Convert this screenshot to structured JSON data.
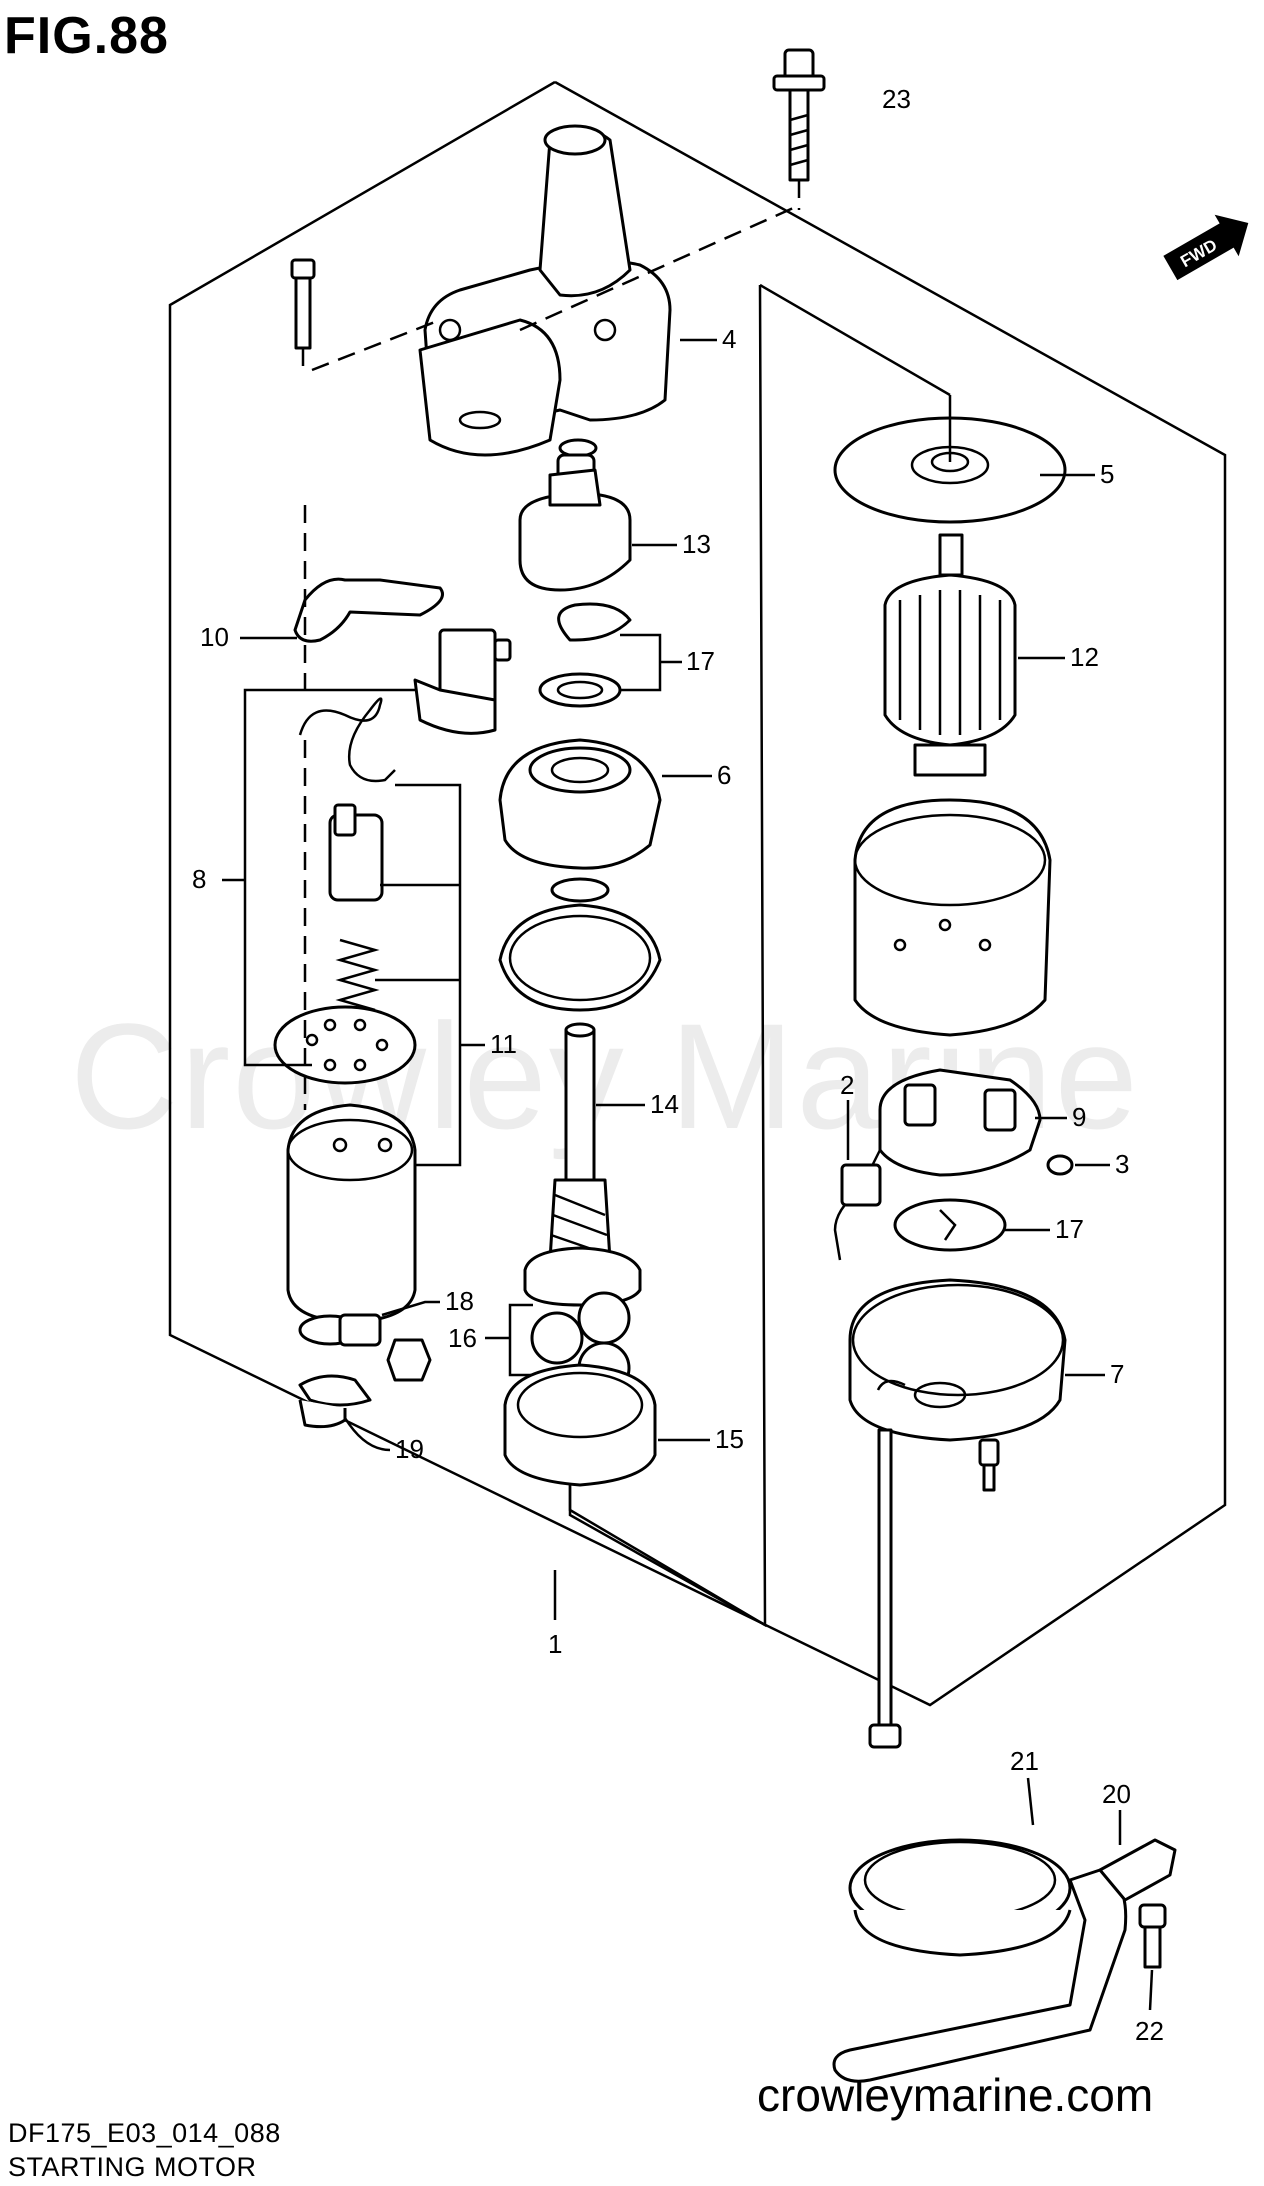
{
  "header": {
    "figure_label": "FIG.88"
  },
  "watermark": {
    "text": "Crowley Marine"
  },
  "footer": {
    "website": "crowleymarine.com",
    "model_code": "DF175_E03_014_088",
    "subtitle": "STARTING MOTOR"
  },
  "badge": {
    "text": "FWD"
  },
  "callouts": [
    "23",
    "4",
    "5",
    "13",
    "10",
    "17",
    "12",
    "6",
    "8",
    "11",
    "14",
    "2",
    "9",
    "3",
    "17",
    "18",
    "16",
    "7",
    "19",
    "15",
    "1",
    "21",
    "20",
    "22"
  ]
}
